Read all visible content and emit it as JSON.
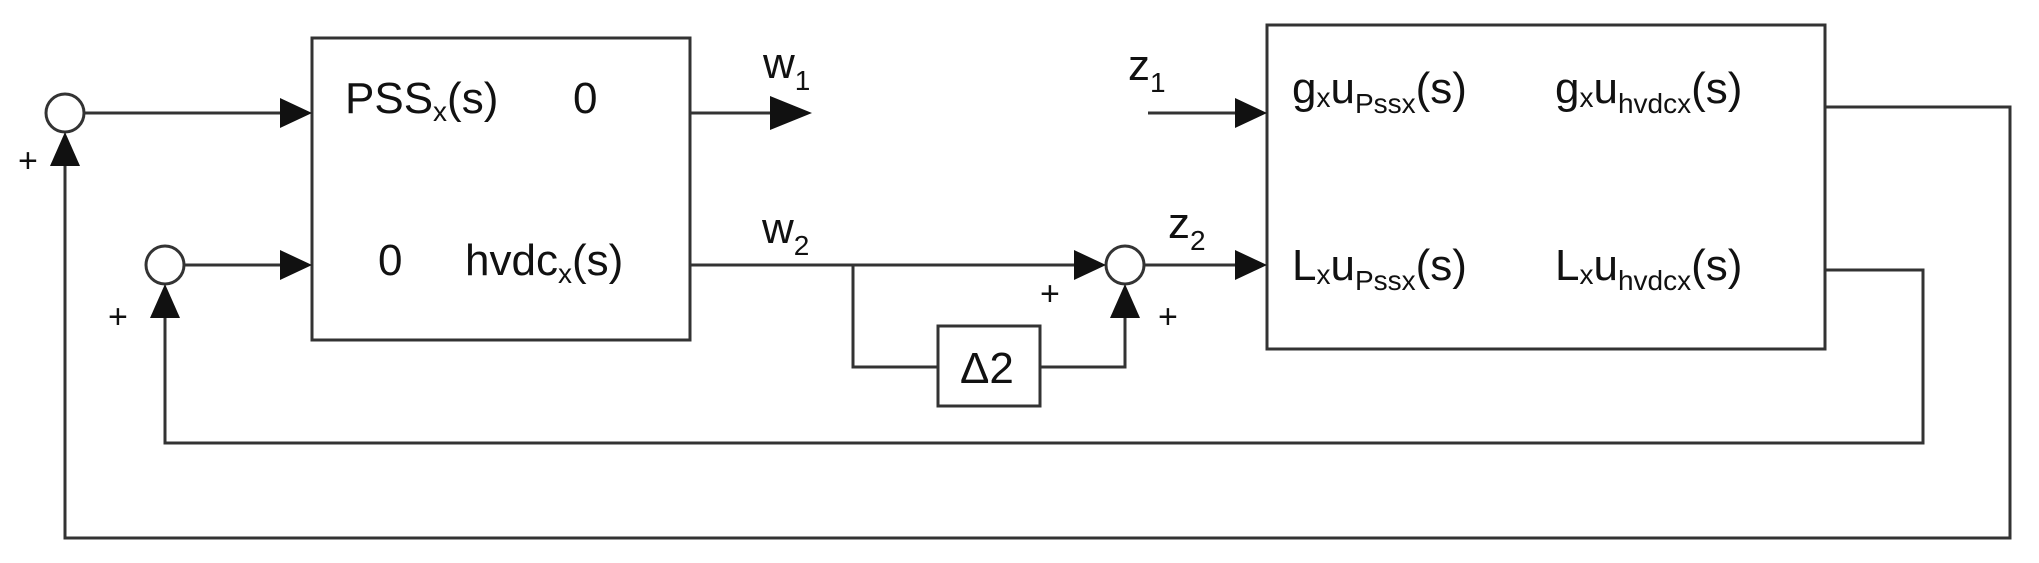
{
  "signals": {
    "w1": {
      "main": "w",
      "sub": "1"
    },
    "w2": {
      "main": "w",
      "sub": "2"
    },
    "z1": {
      "main": "z",
      "sub": "1"
    },
    "z2": {
      "main": "z",
      "sub": "2"
    }
  },
  "controller_block": {
    "row1": {
      "pss_main": "PSS",
      "pss_sub": "x",
      "pss_arg": "(s)",
      "zero": "0"
    },
    "row2": {
      "zero": "0",
      "hvdc_main": "hvdc",
      "hvdc_sub": "x",
      "hvdc_arg": "(s)"
    }
  },
  "uncertainty_block": {
    "label": "Δ2"
  },
  "plant_block": {
    "row1": {
      "c1_main": "g",
      "c1_sub1": "x",
      "c1_u": "u",
      "c1_sub2": "Pssx",
      "c1_arg": "(s)",
      "c2_main": "g",
      "c2_sub1": "x",
      "c2_u": "u",
      "c2_sub2": "hvdcx",
      "c2_arg": "(s)"
    },
    "row2": {
      "c1_main": "L",
      "c1_sub1": "x",
      "c1_u": "u",
      "c1_sub2": "Pssx",
      "c1_arg": "(s)",
      "c2_main": "L",
      "c2_sub1": "x",
      "c2_u": "u",
      "c2_sub2": "hvdcx",
      "c2_arg": "(s)"
    }
  },
  "sum_signs": {
    "outer_feedback": "+",
    "inner_feedback": "+",
    "delta_direct": "+",
    "delta_path": "+"
  }
}
